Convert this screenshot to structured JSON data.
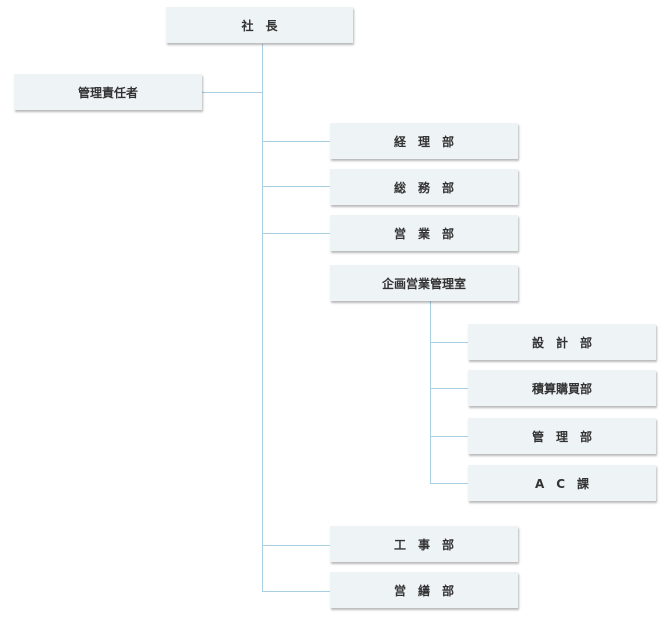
{
  "chart": {
    "president": "社　長",
    "manager": "管理責任者",
    "departments": [
      "経　理　部",
      "総　務　部",
      "営　業　部",
      "企画営業管理室",
      "工　事　部",
      "営　繕　部"
    ],
    "planning_sections": [
      "設　計　部",
      "積算購買部",
      "管　理　部",
      "A　C　課"
    ]
  },
  "colors": {
    "box_background": "#eef3f6",
    "connector_line": "#a8cfe4",
    "text": "#333333"
  }
}
